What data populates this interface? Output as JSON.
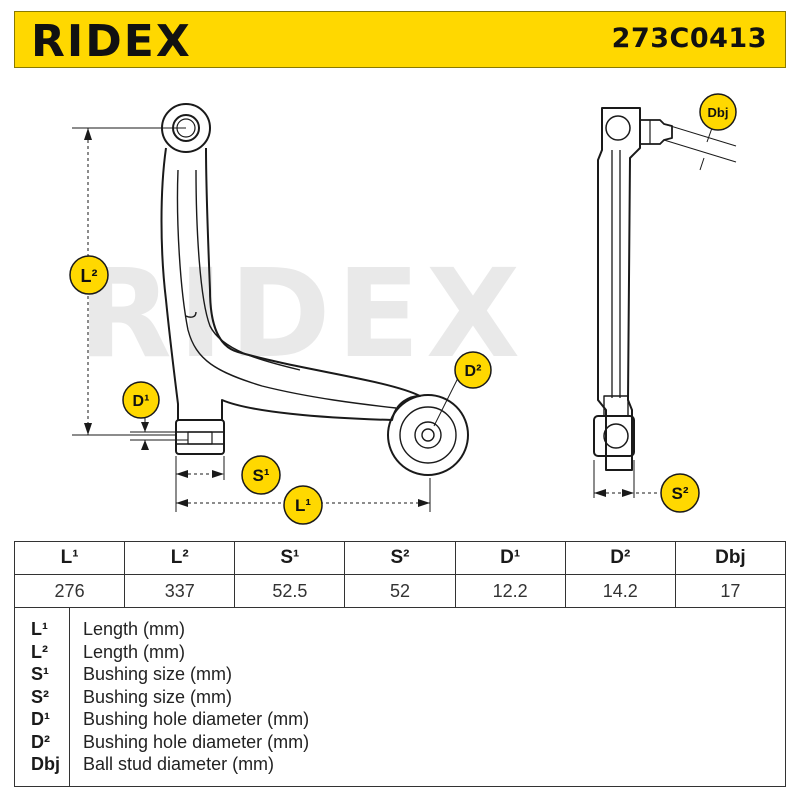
{
  "header": {
    "brand": "RIDEX",
    "part_number": "273C0413"
  },
  "watermark": "RIDEX",
  "diagram_labels": {
    "L1": "L¹",
    "L2": "L²",
    "S1": "S¹",
    "S2": "S²",
    "D1": "D¹",
    "D2": "D²",
    "Dbj": "Dbj"
  },
  "table": {
    "headers": [
      "L¹",
      "L²",
      "S¹",
      "S²",
      "D¹",
      "D²",
      "Dbj"
    ],
    "values": [
      "276",
      "337",
      "52.5",
      "52",
      "12.2",
      "14.2",
      "17"
    ]
  },
  "legend": [
    {
      "symbol": "L¹",
      "description": "Length (mm)"
    },
    {
      "symbol": "L²",
      "description": "Length (mm)"
    },
    {
      "symbol": "S¹",
      "description": "Bushing size (mm)"
    },
    {
      "symbol": "S²",
      "description": "Bushing size (mm)"
    },
    {
      "symbol": "D¹",
      "description": "Bushing hole diameter (mm)"
    },
    {
      "symbol": "D²",
      "description": "Bushing hole diameter (mm)"
    },
    {
      "symbol": "Dbj",
      "description": "Ball stud diameter (mm)"
    }
  ]
}
